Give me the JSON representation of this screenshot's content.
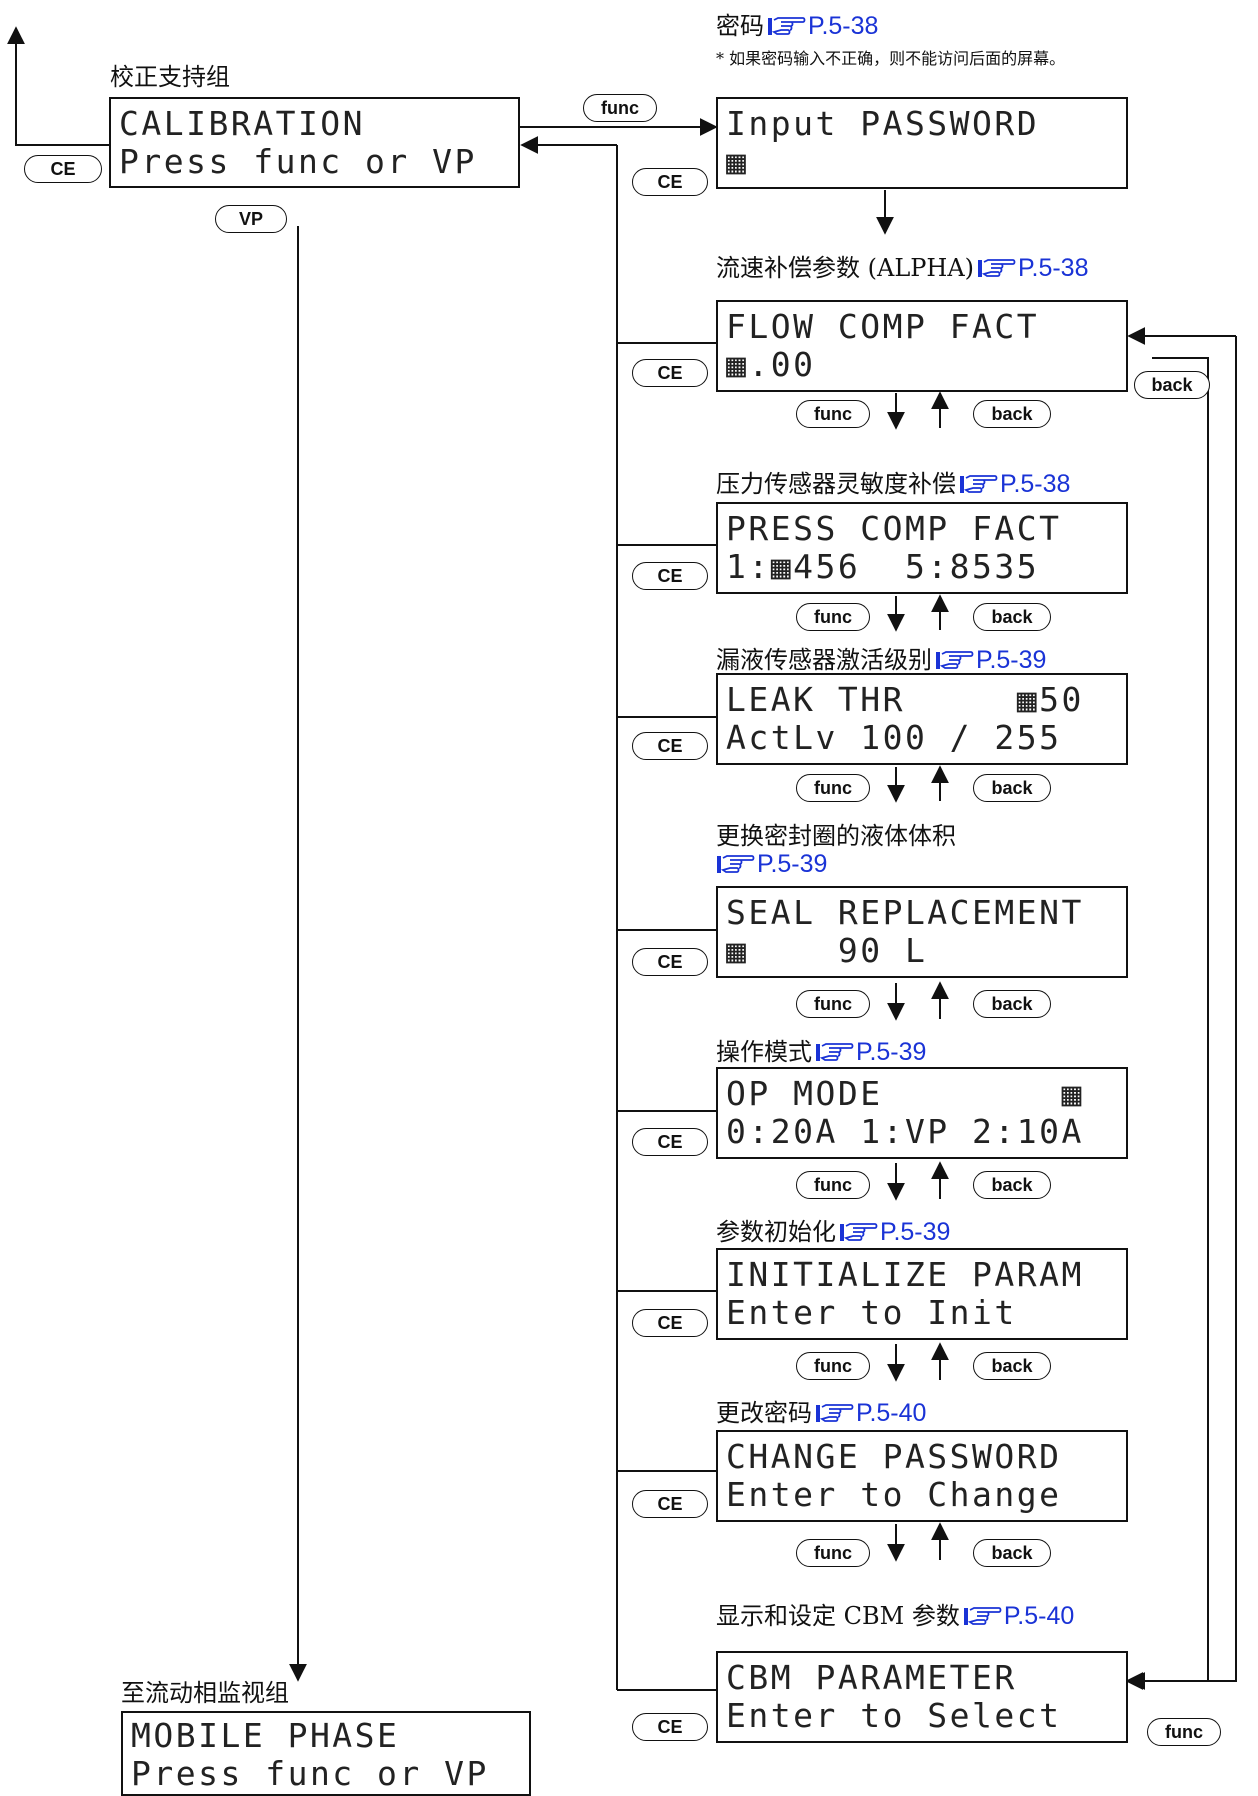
{
  "calibration": {
    "group_label": "校正支持组",
    "screen": [
      "CALIBRATION",
      "Press func or VP"
    ]
  },
  "password": {
    "label": "密码",
    "ref": "P.5-38",
    "note": "* 如果密码输入不正确，则不能访问后面的屏幕。",
    "screen": [
      "Input PASSWORD",
      "▦"
    ]
  },
  "flow_comp": {
    "label": "流速补偿参数 (ALPHA)",
    "ref": "P.5-38",
    "screen": [
      "FLOW COMP FACT",
      "▦.00"
    ]
  },
  "press_comp": {
    "label": "压力传感器灵敏度补偿",
    "ref": "P.5-38",
    "screen": [
      "PRESS COMP FACT",
      "1:▦456  5:8535"
    ]
  },
  "leak": {
    "label": "漏液传感器激活级别",
    "ref": "P.5-39",
    "screen": [
      "LEAK THR     ▦50",
      "ActLv 100 / 255"
    ]
  },
  "seal": {
    "label": "更换密封圈的液体体积",
    "ref": "P.5-39",
    "screen": [
      "SEAL REPLACEMENT",
      "▦    90 L"
    ]
  },
  "op_mode": {
    "label": "操作模式",
    "ref": "P.5-39",
    "screen": [
      "OP MODE        ▦",
      "0:20A 1:VP 2:10A"
    ]
  },
  "init": {
    "label": "参数初始化",
    "ref": "P.5-39",
    "screen": [
      "INITIALIZE PARAM",
      "Enter to Init"
    ]
  },
  "change_pw": {
    "label": "更改密码",
    "ref": "P.5-40",
    "screen": [
      "CHANGE PASSWORD",
      "Enter to Change"
    ]
  },
  "cbm": {
    "label": "显示和设定 CBM 参数",
    "ref": "P.5-40",
    "screen": [
      "CBM PARAMETER",
      "Enter to Select"
    ]
  },
  "mobile": {
    "label": "至流动相监视组",
    "screen": [
      "MOBILE PHASE",
      "Press func or VP"
    ]
  },
  "keys": {
    "func": "func",
    "back": "back",
    "ce": "CE",
    "vp": "VP"
  },
  "icons": {
    "ref_icon": "pointing-hand-icon"
  },
  "colors": {
    "ref_link": "#1a33d6"
  }
}
